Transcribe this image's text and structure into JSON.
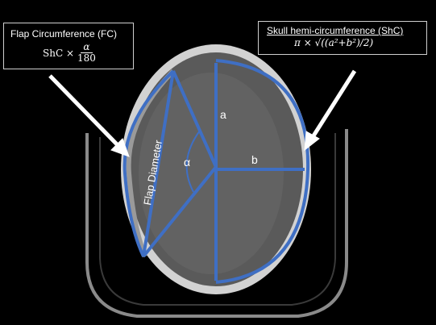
{
  "callouts": {
    "flap_circumference": {
      "title": "Flap Circumference (FC)",
      "formula_lhs": "ShC ×",
      "formula_numerator": "α",
      "formula_denominator": "180"
    },
    "skull_hemi_circumference": {
      "title": "Skull hemi-circumference (ShC)",
      "formula": "π × √((a²+b²)/2)"
    }
  },
  "labels": {
    "flap_diameter": "Flap Diameter",
    "angle": "α",
    "axis_a": "a",
    "axis_b": "b"
  },
  "colors": {
    "overlay_blue": "#3f6fc4",
    "background": "#000000",
    "brain": "#5a5a5a",
    "bone": "#cfcfcf"
  }
}
